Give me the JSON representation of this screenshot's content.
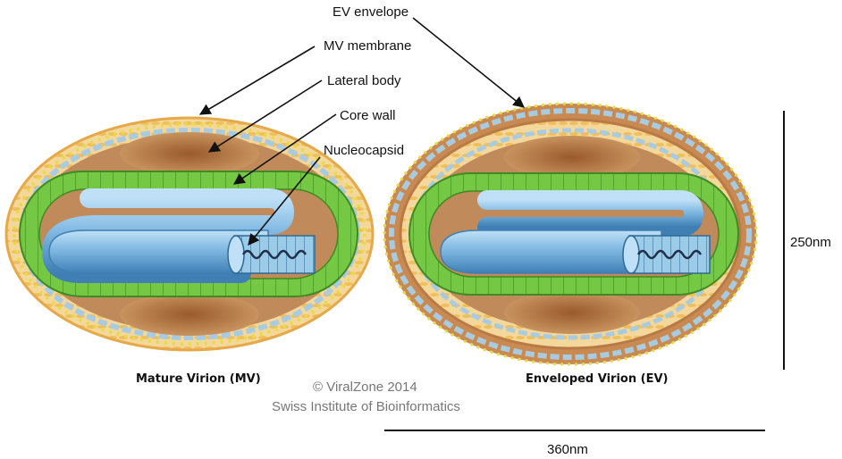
{
  "labels": {
    "ev_envelope": "EV envelope",
    "mv_membrane": "MV membrane",
    "lateral_body": "Lateral body",
    "core_wall": "Core wall",
    "nucleocapsid": "Nucleocapsid"
  },
  "captions": {
    "mature": "Mature Virion (MV)",
    "enveloped": "Enveloped Virion (EV)"
  },
  "credit": {
    "line1": "© ViralZone 2014",
    "line2": "Swiss Institute of Bioinformatics"
  },
  "dimensions": {
    "height": "250nm",
    "width": "360nm"
  },
  "colors": {
    "membrane_orange": "#f2c46a",
    "membrane_yellow": "#e8dc4a",
    "lateral_body": "#a86a3a",
    "core_wall": "#6cc23c",
    "nucleocapsid": "#7fb8e2",
    "envelope_brown": "#b87a46"
  }
}
